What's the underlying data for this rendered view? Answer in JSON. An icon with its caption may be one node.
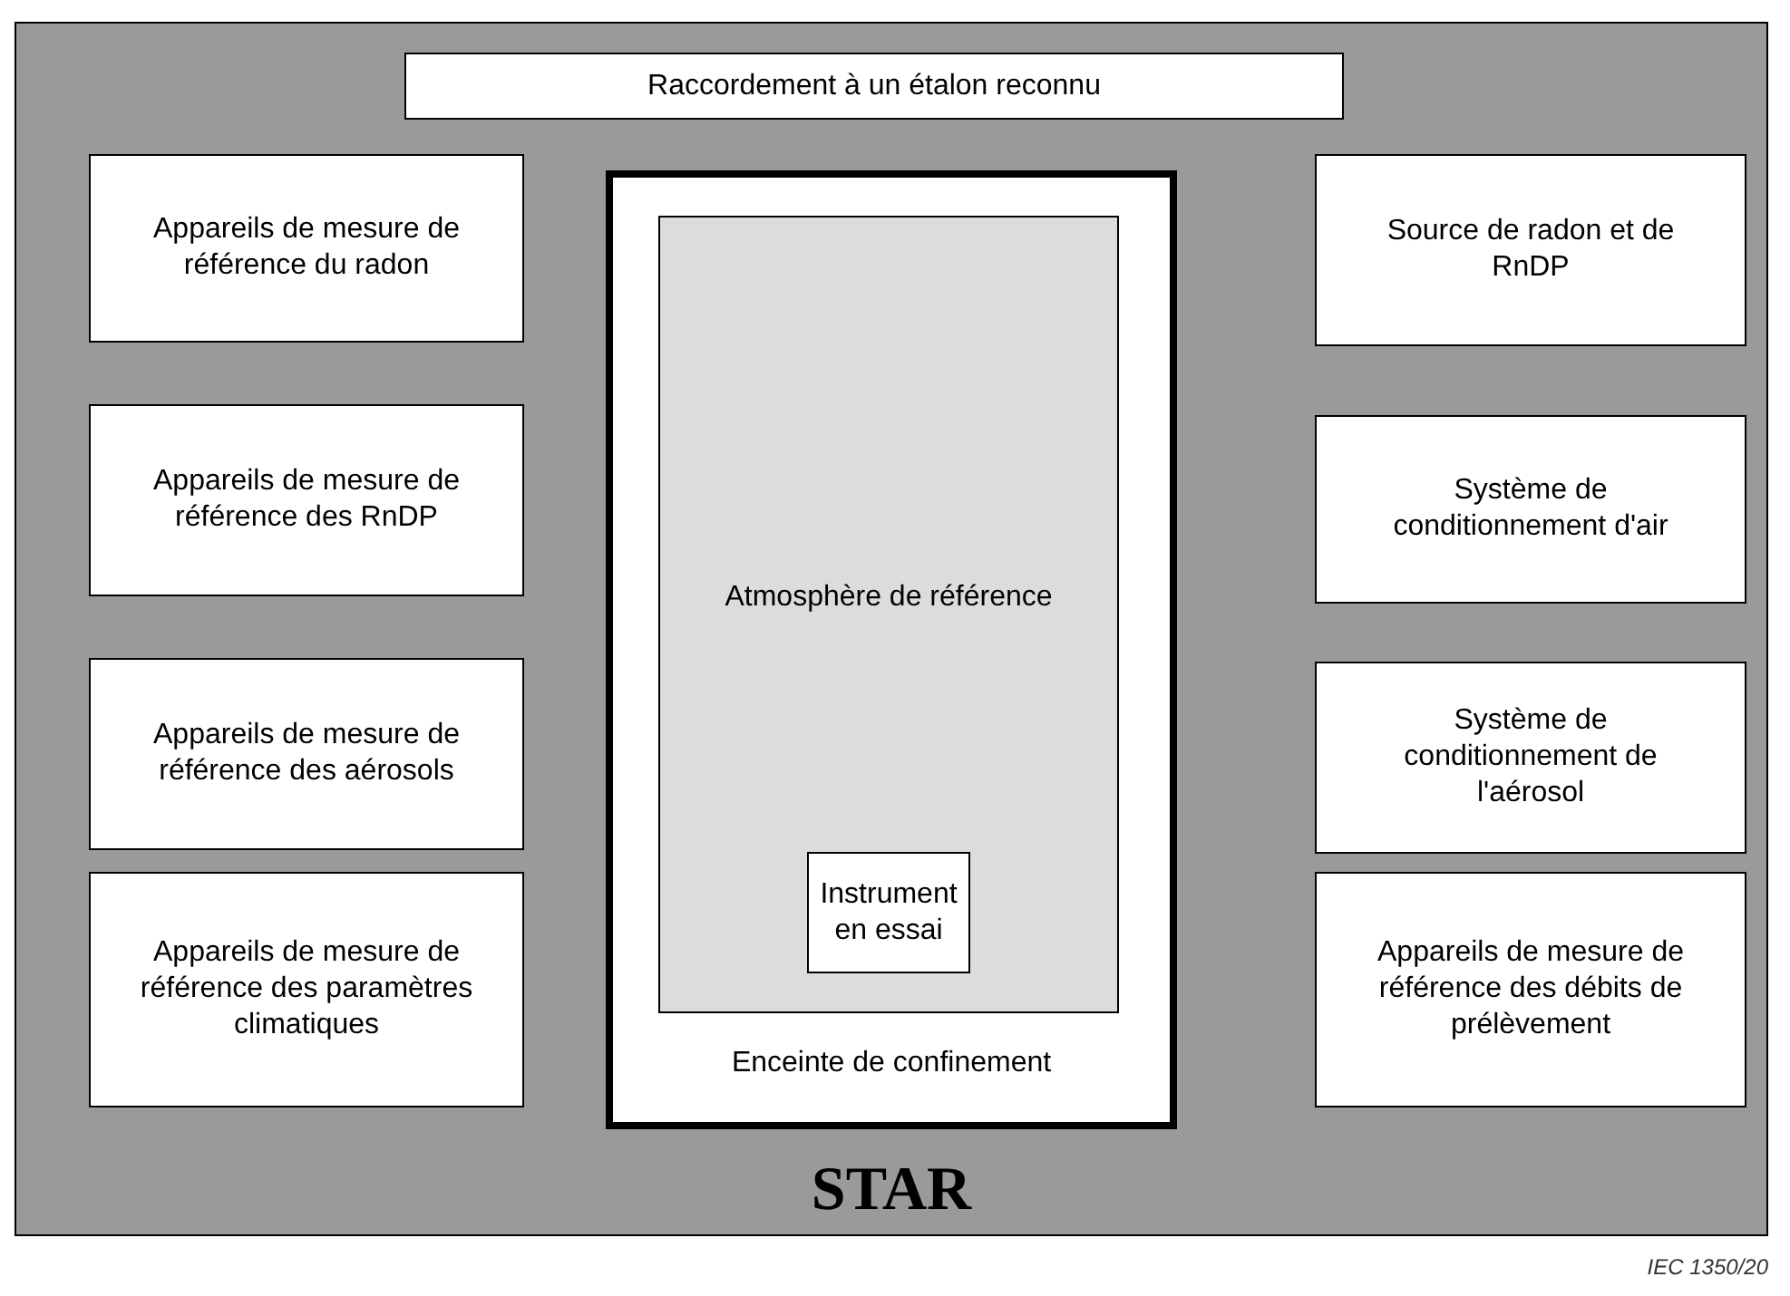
{
  "diagram": {
    "nodes": [
      {
        "text": [
          "STAR"
        ]
      },
      {
        "text": [
          "Raccordement à un étalon reconnu"
        ],
        "in": 0
      },
      {
        "text": [
          "Appareils de mesure de référence du radon"
        ],
        "in": 0
      },
      {
        "text": [
          "Enceinte de confinement"
        ],
        "in": 0
      },
      {
        "text": [
          "Atmosphère de référence"
        ],
        "in": 3
      },
      {
        "text": [
          "Instrument en essai"
        ],
        "in": 4
      },
      {
        "text": [
          "Source de radon et de RnDP"
        ],
        "in": 0
      },
      {
        "text": [
          "Appareils de mesure de référence des RnDP"
        ],
        "in": 0
      },
      {
        "text": [
          "Système de conditionnement d'air"
        ],
        "in": 0
      },
      {
        "text": [
          "Appareils de mesure de référence des aérosols"
        ],
        "in": 0
      },
      {
        "text": [
          "Système de conditionnement de l'aérosol"
        ],
        "in": 0
      },
      {
        "text": [
          "Appareils de mesure de référence des paramètres climatiques"
        ],
        "in": 0
      },
      {
        "text": [
          "Appareils de mesure de référence des débits de prélèvement"
        ],
        "in": 0
      }
    ],
    "labels": [
      "IEC 1350/20"
    ]
  }
}
